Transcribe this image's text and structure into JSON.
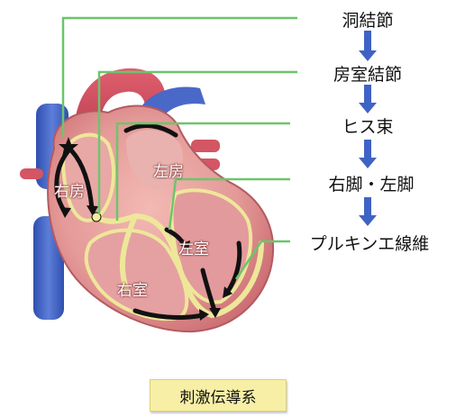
{
  "pathway": {
    "steps": [
      {
        "label": "洞結節"
      },
      {
        "label": "房室結節"
      },
      {
        "label": "ヒス束"
      },
      {
        "label": "右脚・左脚"
      },
      {
        "label": "プルキンエ線維"
      }
    ]
  },
  "heart": {
    "chambers": [
      {
        "label": "右房"
      },
      {
        "label": "左房"
      },
      {
        "label": "左室"
      },
      {
        "label": "右室"
      }
    ]
  },
  "caption": "刺激伝導系",
  "colors": {
    "leader_line": "#6cc56c",
    "flow_arrow": "#3f63c4",
    "conduction_path": "#eee79a",
    "myocardium": "#d9868a",
    "vena_cava": "#4a68c8"
  }
}
